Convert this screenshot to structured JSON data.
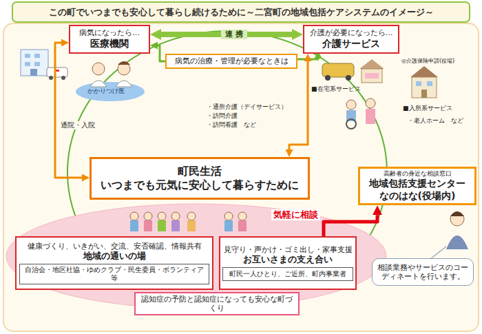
{
  "diagram": {
    "title": "この町でいつまでも安心して暮らし続けるために～二宮町の地域包括ケアシステムのイメージ～",
    "nodes": [
      {
        "text": [
          "病気になったら…",
          "医療機関"
        ]
      },
      {
        "text": [
          "介護が必要になったら…",
          "介護サービス"
        ]
      },
      {
        "text": [
          "病気の治療・管理が必要なときは"
        ]
      },
      {
        "text": [
          "町民生活",
          "いつまでも元気に安心して暮らすために"
        ]
      },
      {
        "text": [
          "高齢者の身近な相談窓口",
          "地域包括支援センター なのはな(役場内)"
        ]
      },
      {
        "text": [
          "健康づくり、いきがい、交流、安否確認、情報共有",
          "地域の通いの場"
        ]
      },
      {
        "text": [
          "自治会・地区社協・ゆめクラブ・民生委員・ボランティア 等"
        ],
        "in": 5
      },
      {
        "text": [
          "見守り・声かけ・ゴミ出し・家事支援",
          "お互いさまの支え合い"
        ]
      },
      {
        "text": [
          "町民一人ひとり、ご近所、町内事業者"
        ],
        "in": 7
      },
      {
        "text": [
          "認知症の予防と認知症になっても安心な町づくり"
        ]
      },
      {
        "text": [
          "相談業務やサービスのコーディネートを行います。"
        ]
      }
    ],
    "edges": [
      {
        "from": 0,
        "to": 1,
        "label": "連 携",
        "arrow": "both"
      },
      {
        "from": 2,
        "to": 0,
        "arrow": "to"
      },
      {
        "from": 2,
        "to": 1,
        "arrow": "to"
      },
      {
        "from": 0,
        "to": 3,
        "label": "通院・入院",
        "arrow": "both"
      },
      {
        "from": 1,
        "to": 3,
        "arrow": "both"
      },
      {
        "from": 7,
        "to": 4,
        "label": "気軽に相談",
        "arrow": "to"
      }
    ],
    "labels": [
      "かかりつけ医",
      "・通所介護（デイサービス）",
      "・訪問介護",
      "・訪問看護　など",
      "◎介護保険申請(役場)",
      "■在宅系サービス",
      "■入所系サービス",
      "・老人ホーム　など"
    ]
  }
}
